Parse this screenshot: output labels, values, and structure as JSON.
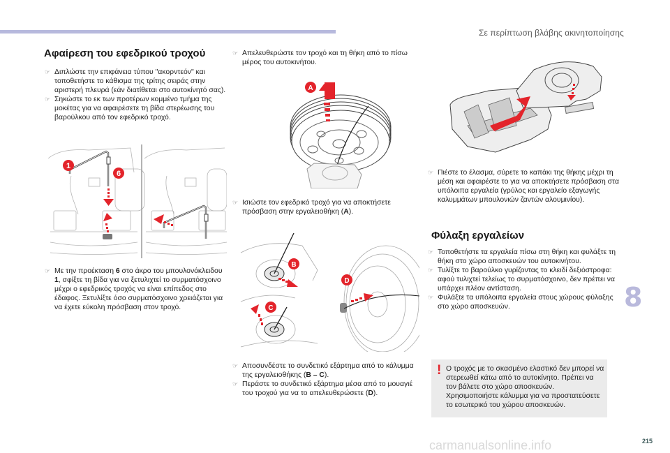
{
  "header": {
    "section_title": "Σε περίπτωση βλάβης ακινητοποίησης"
  },
  "left_column": {
    "heading": "Αφαίρεση του εφεδρικού τροχού",
    "bullets": [
      "Διπλώστε την επιφάνεια τύπου \"ακορντεόν\" και τοποθετήστε το κάθισμα της τρίτης σειράς στην αριστερή πλευρά (εάν διατίθεται στο αυτοκίνητό σας).",
      "Σηκώστε το εκ των προτέρων κομμένο τμήμα της μοκέτας για να αφαιρέσετε τη βίδα στερέωσης του βαρούλκου από τον εφεδρικό τροχό."
    ],
    "figure_labels": [
      "1",
      "6"
    ],
    "bullet3": {
      "p1": "Με την προέκταση ",
      "b1": "6",
      "p2": " στο άκρο του μπουλονόκλειδου ",
      "b2": "1",
      "p3": ", σφίξτε τη βίδα για να ξετυλιχτεί το συρματόσχοινο μέχρι ο εφεδρικός τροχός να είναι επίπεδος στο έδαφος. Ξετυλίξτε όσο συρματόσχοινο χρειάζεται για να έχετε εύκολη πρόσβαση στον τροχό."
    }
  },
  "middle_column": {
    "bullet1": "Απελευθερώστε τον τροχό και τη θήκη από το πίσω μέρος του αυτοκινήτου.",
    "figure_a_label": "A",
    "bullet2": {
      "p1": "Ισιώστε τον εφεδρικό τροχό για να αποκτήσετε πρόσβαση στην εργαλειοθήκη (",
      "b1": "A",
      "p2": ")."
    },
    "figure_bcd_labels": [
      "B",
      "C",
      "D"
    ],
    "bullet3": {
      "p1": "Αποσυνδέστε το συνδετικό εξάρτημα από το κάλυμμα της εργαλειοθήκης (",
      "b1": "B – C",
      "p2": ")."
    },
    "bullet4": {
      "p1": "Περάστε το συνδετικό εξάρτημα μέσα από το μουαγιέ του τροχού για να το απελευθερώσετε (",
      "b1": "D",
      "p2": ")."
    }
  },
  "right_column": {
    "bullet1": "Πιέστε το έλασμα, σύρετε το καπάκι της θήκης μέχρι τη μέση και αφαιρέστε το για να αποκτήσετε πρόσβαση στα υπόλοιπα εργαλεία (γρύλος και εργαλείο εξαγωγής καλυμμάτων μπουλονιών ζαντών αλουμινίου).",
    "heading": "Φύλαξη εργαλείων",
    "bullets": [
      "Τοποθετήστε τα εργαλεία πίσω στη θήκη και φυλάξτε τη θήκη στο χώρο αποσκευών του αυτοκινήτου.",
      "Τυλίξτε το βαρούλκο γυρίζοντας το κλειδί δεξιόστροφα: αφού τυλιχτεί τελείως το συρματόσχοινο, δεν πρέπει να υπάρχει πλέον αντίσταση.",
      "Φυλάξτε τα υπόλοιπα εργαλεία στους χώρους φύλαξης στο χώρο αποσκευών."
    ],
    "note": {
      "icon": "!",
      "text": "Ο τροχός με το σκασμένο ελαστικό δεν μπορεί να στερεωθεί κάτω από το αυτοκίνητο. Πρέπει να τον βάλετε στο χώρο αποσκευών. Χρησιμοποιήστε κάλυμμα για να προστατεύσετε το εσωτερικό του χώρου αποσκευών."
    }
  },
  "bullet_icon": "☞",
  "chapter_number": "8",
  "page_number": "215",
  "watermark": "carmanualsonline.info",
  "colors": {
    "accent_bar": "#b7b9dd",
    "marker_red": "#e3242b",
    "chapter_tab": "#b9b9dc",
    "note_bg": "#ebebeb"
  }
}
